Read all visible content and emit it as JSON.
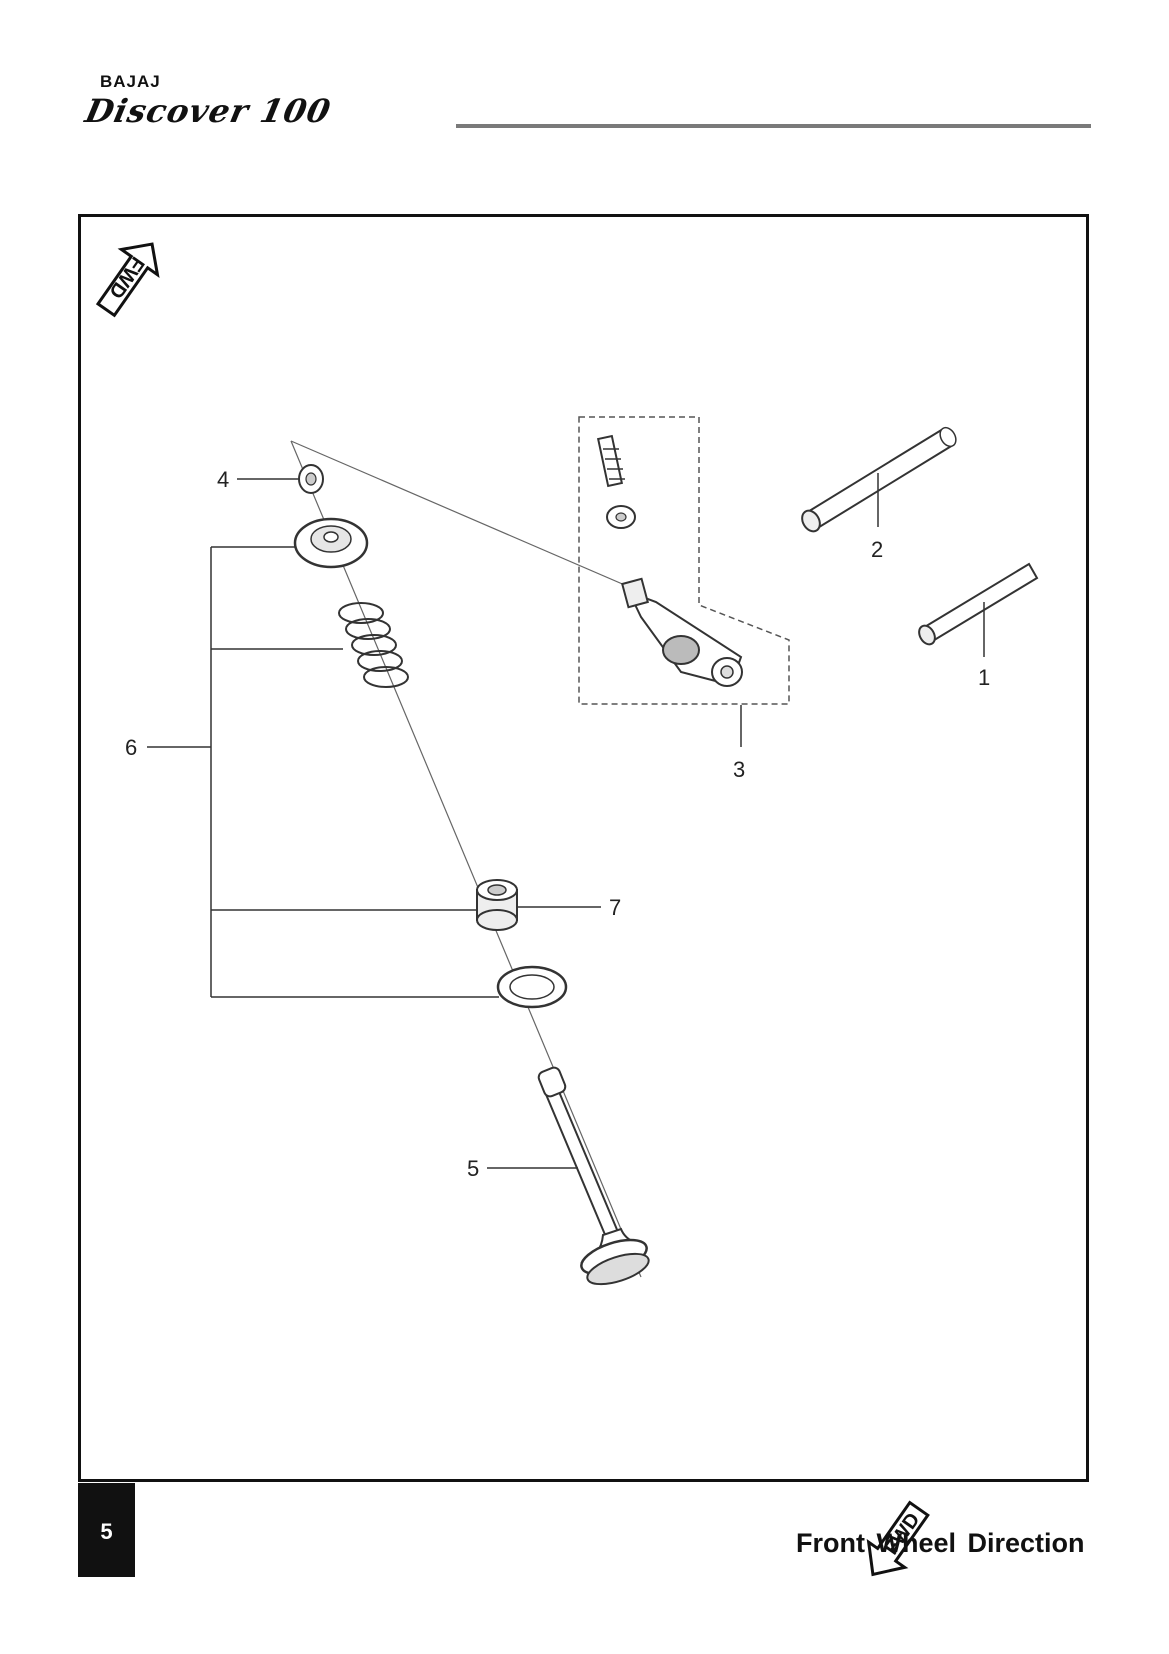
{
  "header": {
    "brand": "BAJAJ",
    "model_logo": "Discover 100"
  },
  "diagram": {
    "fwd_badge": "FWD",
    "callouts": [
      "1",
      "2",
      "3",
      "4",
      "5",
      "6",
      "7"
    ],
    "parts_icon_names": [
      "shaft-rod-1-icon",
      "shaft-rod-2-icon",
      "rocker-arm-assembly-icon",
      "valve-cotter-icon",
      "valve-icon",
      "valve-spring-set-icon",
      "valve-stem-seal-icon"
    ]
  },
  "footer": {
    "page_number": "5",
    "fwd_badge": "FWD",
    "legend": "Front Wheel Direction"
  },
  "colors": {
    "ink": "#111111",
    "rule": "#7a7a7a",
    "line": "#555555"
  }
}
